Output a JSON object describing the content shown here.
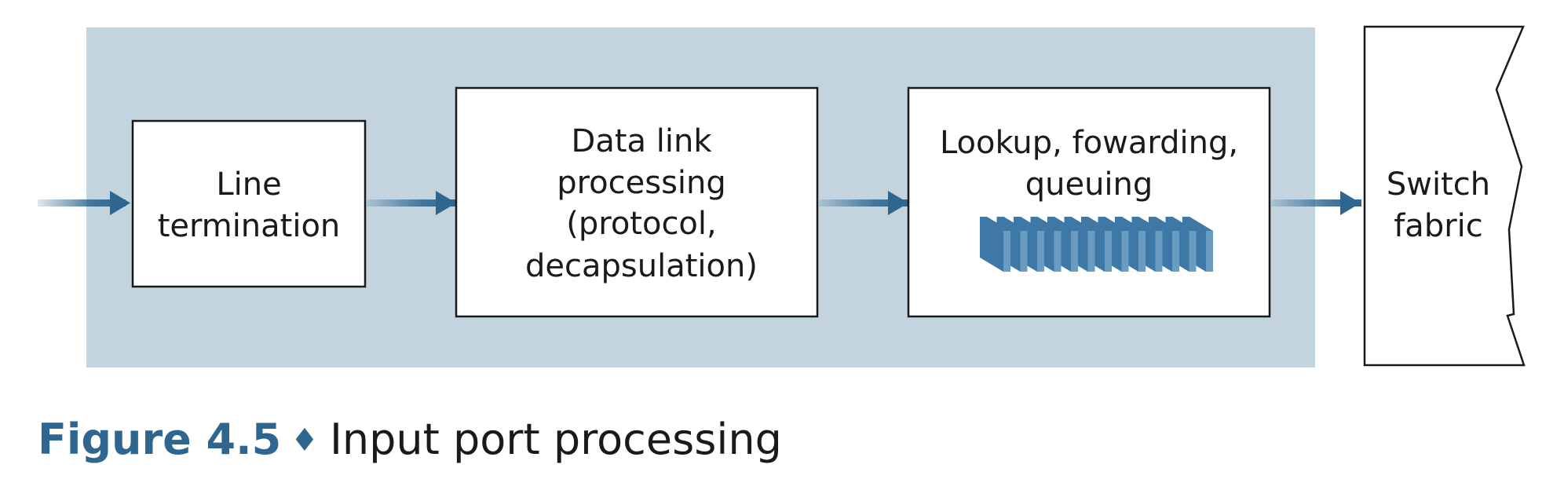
{
  "diagram": {
    "line_termination": [
      "Line",
      "termination"
    ],
    "data_link": [
      "Data link",
      "processing",
      "(protocol,",
      "decapsulation)"
    ],
    "lookup": [
      "Lookup, fowarding,",
      "queuing"
    ],
    "switch_fabric": [
      "Switch",
      "fabric"
    ]
  },
  "caption": {
    "number": "Figure 4.5",
    "separator": "♦",
    "text": "Input port processing"
  },
  "colors": {
    "port_background": "#c3d4de",
    "arrow": "#2e6690",
    "queue_front": "#3d78a6",
    "queue_side": "#6a9cc2",
    "caption_accent": "#2e6690"
  },
  "icons": {
    "queue": "packet-queue-icon",
    "arrow": "arrow-right-icon"
  }
}
